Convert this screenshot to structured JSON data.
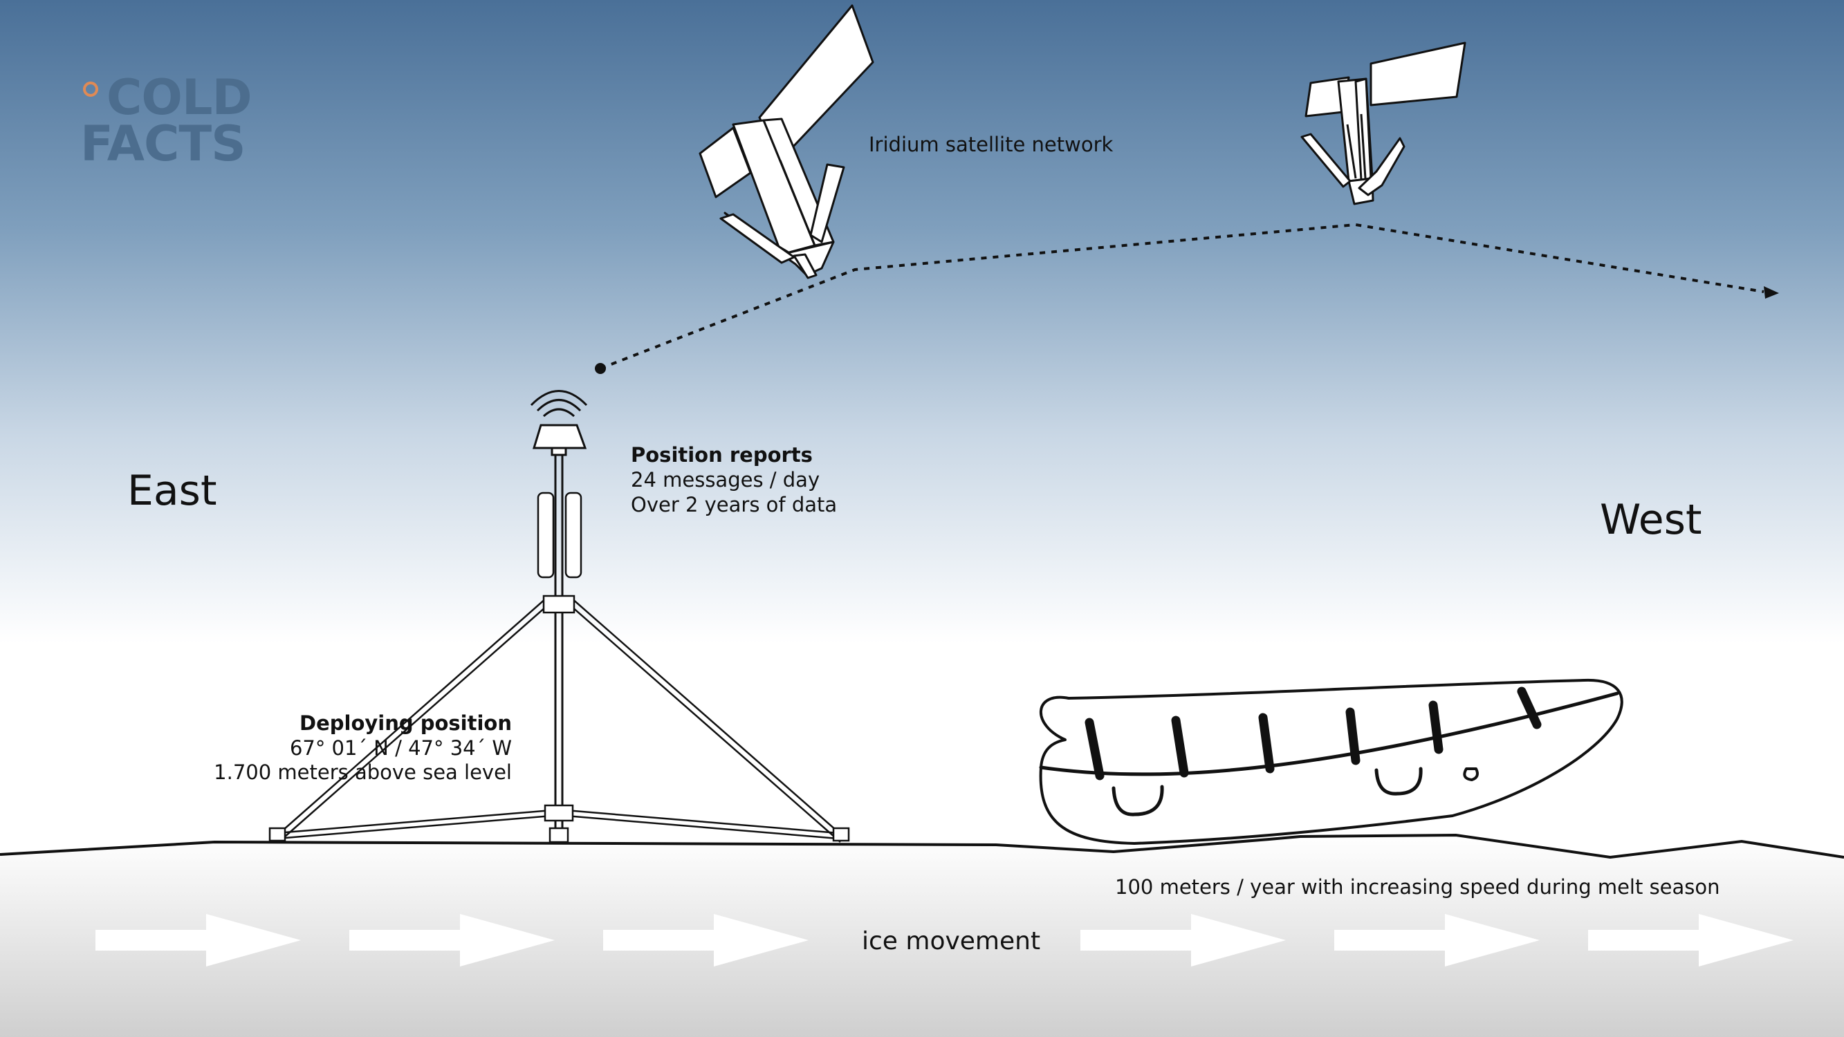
{
  "logo": {
    "line1": "COLD",
    "line2": "FACTS"
  },
  "labels": {
    "satellite_network": "Iridium satellite network",
    "east": "East",
    "west": "West",
    "position_reports_title": "Position reports",
    "position_reports_line1": "24 messages / day",
    "position_reports_line2": "Over 2 years of data",
    "deploying_title": "Deploying position",
    "deploying_coords": "67° 01´ N / 47° 34´ W",
    "deploying_elevation": "1.700 meters above sea level",
    "ice_speed": "100 meters / year with increasing speed during melt season",
    "ice_movement": "ice movement"
  },
  "colors": {
    "sky_top": "#4a7098",
    "sky_bottom": "#ffffff",
    "ice_top": "#ffffff",
    "ice_bottom": "#cfcfcf",
    "line": "#111111",
    "logo": "#4c6d8e",
    "logo_accent": "#e08a55"
  },
  "icons": [
    "satellite-icon",
    "gps-antenna-icon",
    "tripod-icon",
    "boat-icon",
    "arrow-right-icon"
  ]
}
